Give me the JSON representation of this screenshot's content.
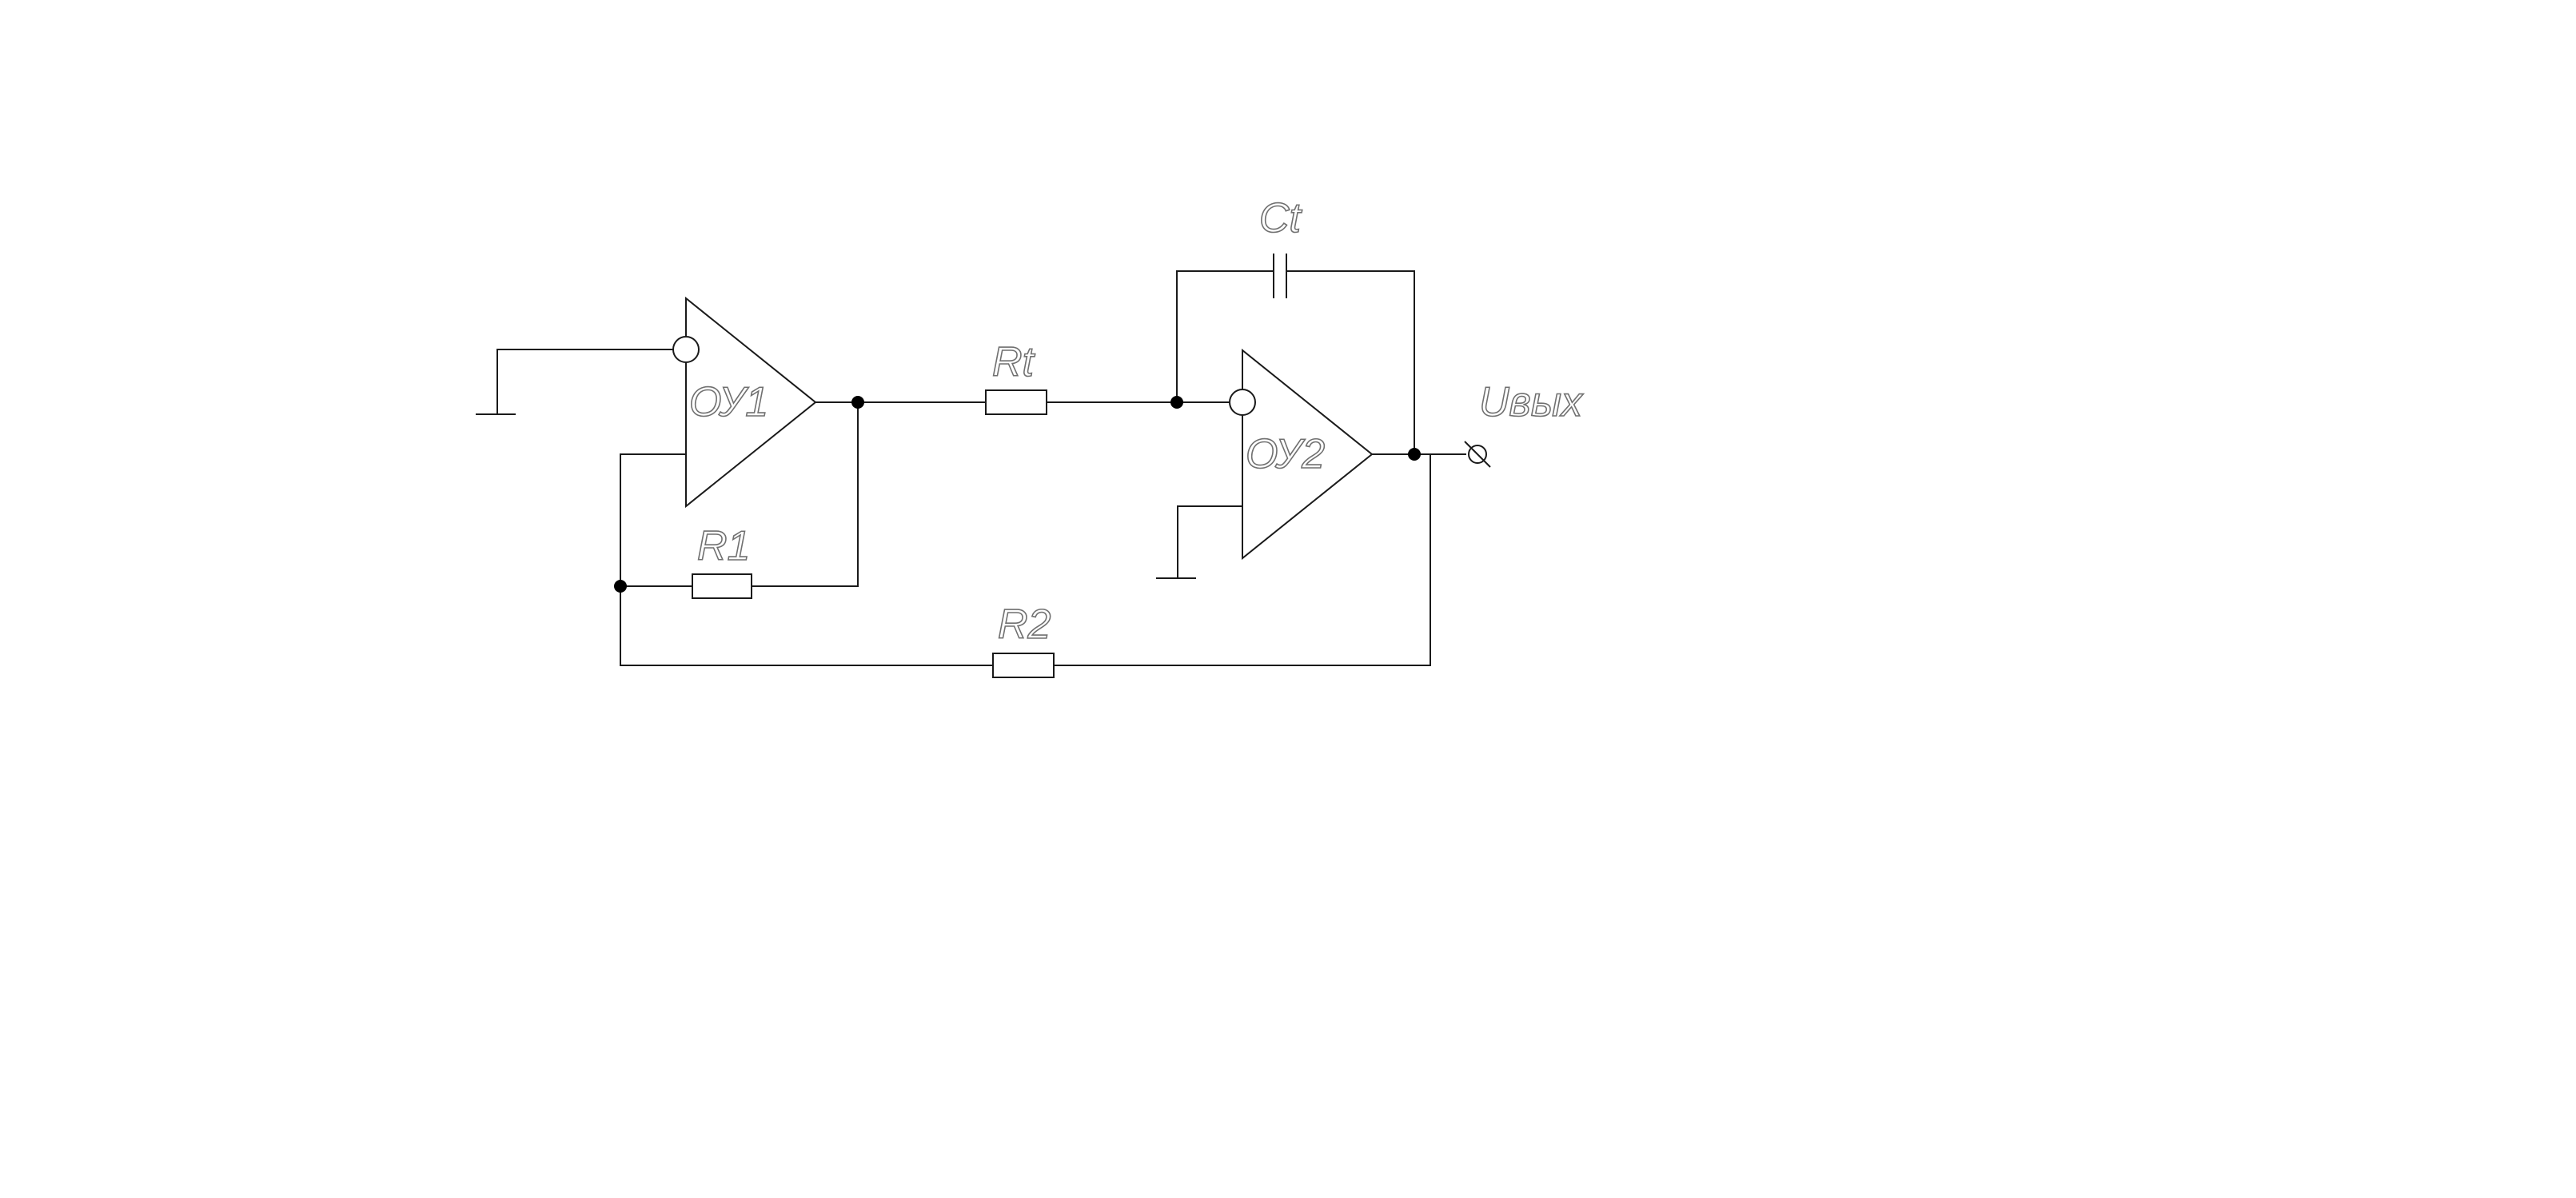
{
  "labels": {
    "opamp1": "ОУ1",
    "opamp2": "ОУ2",
    "r1": "R1",
    "r2": "R2",
    "rt": "Rt",
    "ct": "Ct",
    "output": "Uвых"
  },
  "colors": {
    "line": "#1a1a1a",
    "label_outline": "#707070",
    "background": "#ffffff"
  }
}
